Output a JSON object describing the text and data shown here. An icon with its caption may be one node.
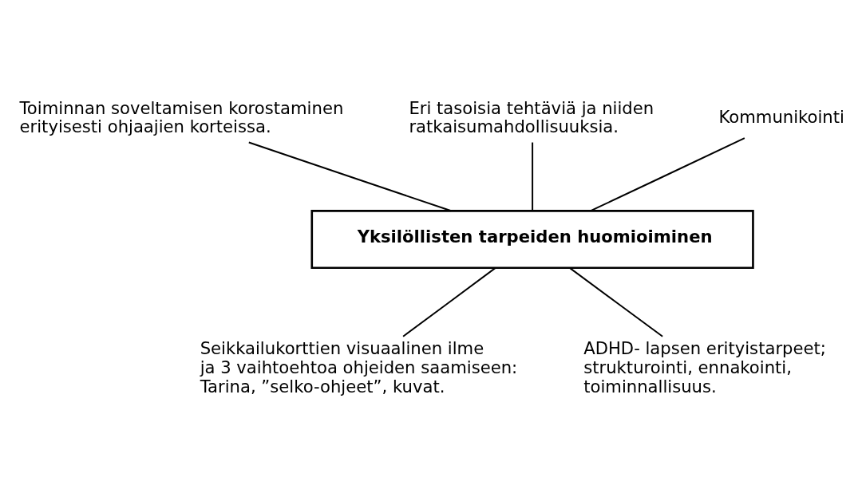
{
  "diagram": {
    "nodes": [
      {
        "text": [
          "Toiminnan soveltamisen korostaminen erityisesti ohjaajien korteissa."
        ]
      },
      {
        "text": [
          "Eri tasoisia tehtäviä ja niiden ratkaisumahdollisuuksia."
        ]
      },
      {
        "text": [
          "Kommunikointi"
        ]
      },
      {
        "text": [
          "Yksilöllisten tarpeiden huomioiminen"
        ]
      },
      {
        "text": [
          "Seikkailukorttien visuaalinen ilme ja 3 vaihtoehtoa ohjeiden saamiseen: Tarina, ”selko-ohjeet”, kuvat."
        ]
      },
      {
        "text": [
          "ADHD- lapsen erityistarpeet; strukturointi, ennakointi, toiminnallisuus."
        ]
      }
    ],
    "edges": [
      {
        "from": 0,
        "to": 3,
        "arrow": "none"
      },
      {
        "from": 1,
        "to": 3,
        "arrow": "none"
      },
      {
        "from": 2,
        "to": 3,
        "arrow": "none"
      },
      {
        "from": 3,
        "to": 4,
        "arrow": "none"
      },
      {
        "from": 3,
        "to": 5,
        "arrow": "none"
      }
    ]
  }
}
